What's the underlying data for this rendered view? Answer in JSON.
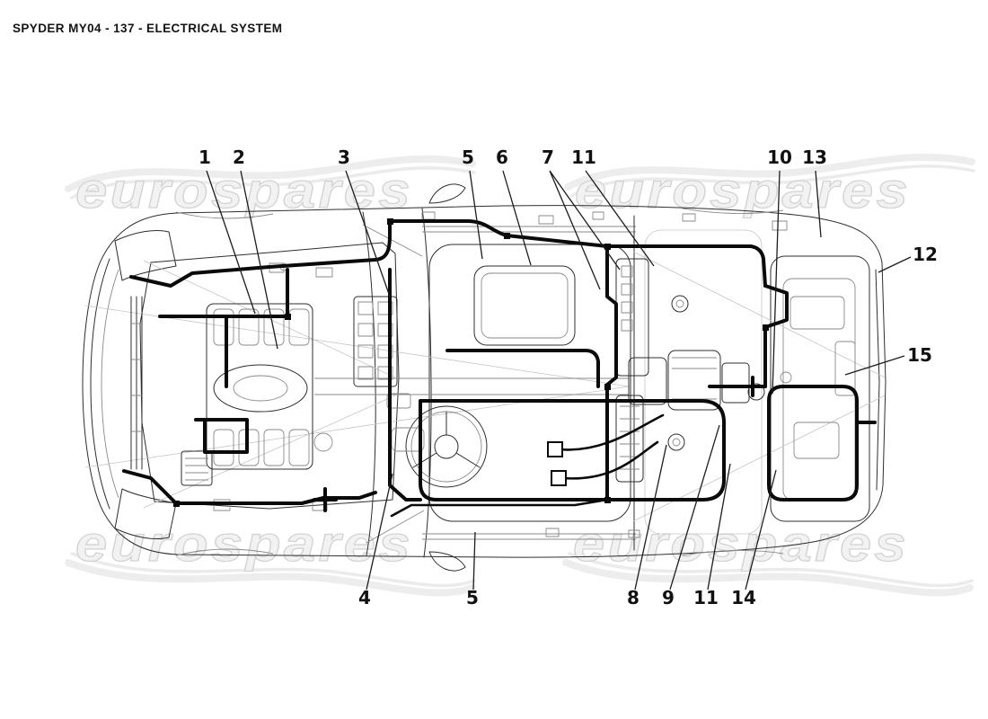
{
  "header": {
    "title": "SPYDER MY04 - 137 - ELECTRICAL SYSTEM"
  },
  "watermark": {
    "text": "eurospares",
    "instances": 4
  },
  "colors": {
    "background": "#ffffff",
    "title": "#141414",
    "line": "#2e2e2e",
    "harness": "#0a0a0a",
    "watermark_fill": "#f2f2f2",
    "watermark_outline": "#d4d4d4",
    "swoosh": "#e6e6e6",
    "callout": "#111111"
  },
  "diagram": {
    "type": "parts-diagram",
    "subject": "Top view of Maserati Spyder chassis with electrical wiring harnesses drawn in bold and numbered part callouts",
    "callouts": [
      {
        "label": "1"
      },
      {
        "label": "2"
      },
      {
        "label": "3"
      },
      {
        "label": "5"
      },
      {
        "label": "6"
      },
      {
        "label": "7"
      },
      {
        "label": "11"
      },
      {
        "label": "10"
      },
      {
        "label": "13"
      },
      {
        "label": "12"
      },
      {
        "label": "15"
      },
      {
        "label": "4"
      },
      {
        "label": "5"
      },
      {
        "label": "8"
      },
      {
        "label": "9"
      },
      {
        "label": "11"
      },
      {
        "label": "14"
      }
    ]
  }
}
